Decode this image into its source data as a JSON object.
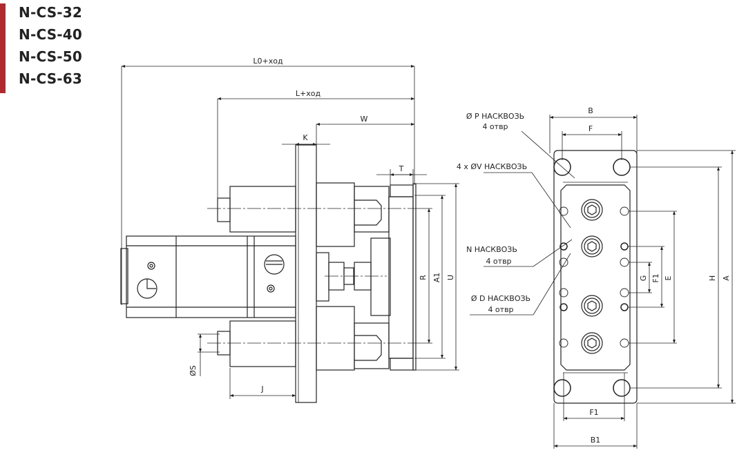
{
  "models": [
    "N-CS-32",
    "N-CS-40",
    "N-CS-50",
    "N-CS-63"
  ],
  "side_view": {
    "dims": {
      "L0": "L0+ход",
      "L": "L+ход",
      "W": "W",
      "K": "K",
      "T": "T",
      "R": "R",
      "A1": "A1",
      "U": "U",
      "S": "ØS",
      "J": "J"
    }
  },
  "front_view": {
    "dims": {
      "B": "B",
      "F": "F",
      "G": "G",
      "F1v": "F1",
      "E": "E",
      "H": "H",
      "A": "A",
      "F1h": "F1",
      "B1": "B1"
    },
    "notes": {
      "p_line1": "Ø P НАСКВОЗЬ",
      "p_line2": "4 отвр",
      "v_line1": "4 x ØV НАСКВОЗЬ",
      "n_line1": "N НАСКВОЗЬ",
      "n_line2": "4 отвр",
      "d_line1": "Ø D НАСКВОЗЬ",
      "d_line2": "4 отвр"
    }
  },
  "colors": {
    "accent": "#b22a2e",
    "line": "#222222"
  }
}
